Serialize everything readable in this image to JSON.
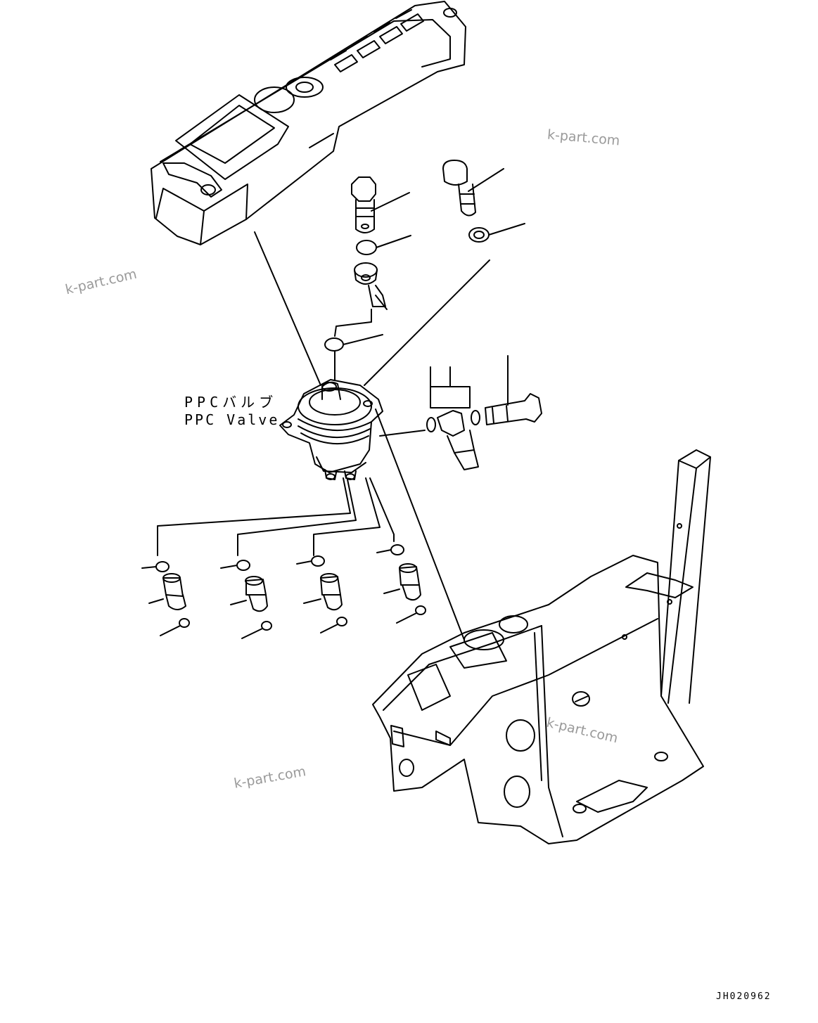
{
  "labels": {
    "ppc_japanese": "PPCバルブ",
    "ppc_english": "PPC Valve"
  },
  "watermarks": [
    "k-part.com",
    "k-part.com",
    "k-part.com",
    "k-part.com"
  ],
  "drawing_code": "JH020962"
}
